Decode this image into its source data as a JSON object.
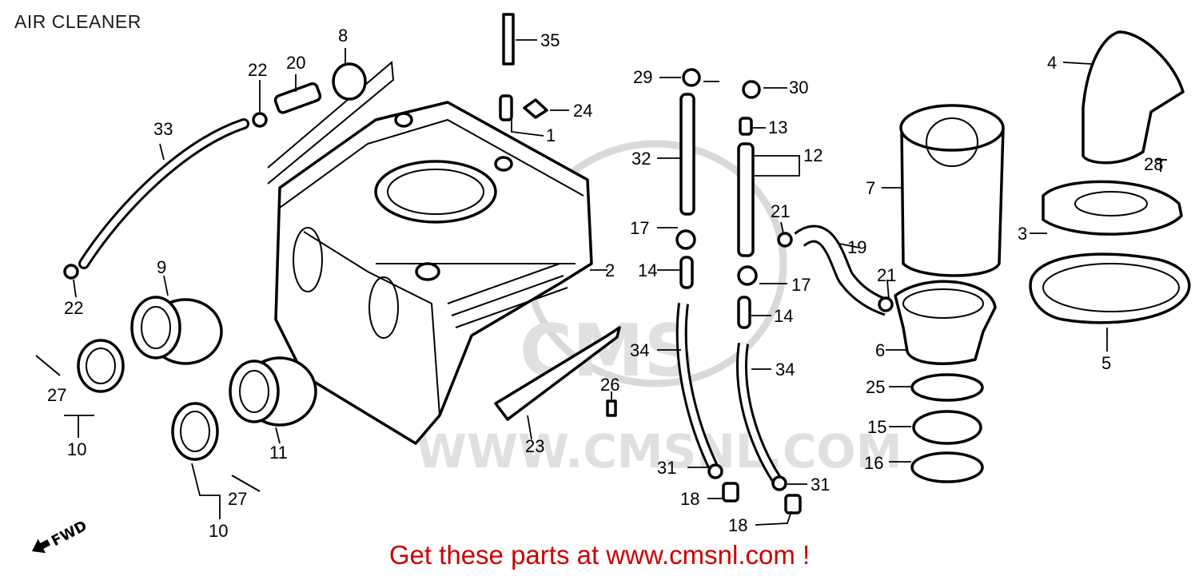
{
  "header": {
    "title": "AIR CLEANER"
  },
  "footer": {
    "banner": "Get these parts at www.cmsnl.com !"
  },
  "watermark": {
    "text": "WWW.CMSNL.COM",
    "logo": "CMS"
  },
  "direction_marker": {
    "label": "FWD"
  },
  "colors": {
    "banner_text": "#cc0000",
    "line_art": "#000000",
    "watermark": "#d9d9d9"
  },
  "callouts": {
    "c1": "1",
    "c2": "2",
    "c3": "3",
    "c4": "4",
    "c5": "5",
    "c6": "6",
    "c7": "7",
    "c8": "8",
    "c9": "9",
    "c10a": "10",
    "c10b": "10",
    "c11": "11",
    "c12": "12",
    "c13": "13",
    "c14a": "14",
    "c14b": "14",
    "c15": "15",
    "c16": "16",
    "c17a": "17",
    "c17b": "17",
    "c18a": "18",
    "c18b": "18",
    "c19": "19",
    "c20": "20",
    "c21a": "21",
    "c21b": "21",
    "c22a": "22",
    "c22b": "22",
    "c23": "23",
    "c24": "24",
    "c25": "25",
    "c26": "26",
    "c27a": "27",
    "c27b": "27",
    "c28": "28",
    "c29": "29",
    "c30": "30",
    "c31a": "31",
    "c31b": "31",
    "c32": "32",
    "c33": "33",
    "c34a": "34",
    "c34b": "34",
    "c35": "35"
  }
}
